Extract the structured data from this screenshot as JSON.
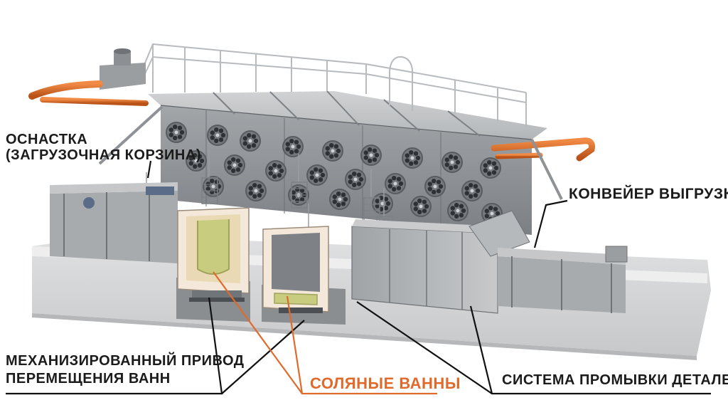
{
  "colors": {
    "accent": "#e06a2c",
    "label_text": "#1b1b1b",
    "leader_line": "#111111",
    "steel": "#8f9397",
    "base": "#cfd1d2"
  },
  "labels": {
    "fixture": [
      "ОСНАСТКА",
      "(ЗАГРУЗОЧНАЯ КОРЗИНА)"
    ],
    "unloading_conveyor": "КОНВЕЙЕР ВЫГРУЗКИ",
    "bath_drive": [
      "МЕХАНИЗИРОВАННЫЙ ПРИВОД",
      "ПЕРЕМЕЩЕНИЯ ВАНН"
    ],
    "salt_baths": "СОЛЯНЫЕ ВАННЫ",
    "washing_system": "СИСТЕМА ПРОМЫВКИ ДЕТАЛЕЙ"
  }
}
